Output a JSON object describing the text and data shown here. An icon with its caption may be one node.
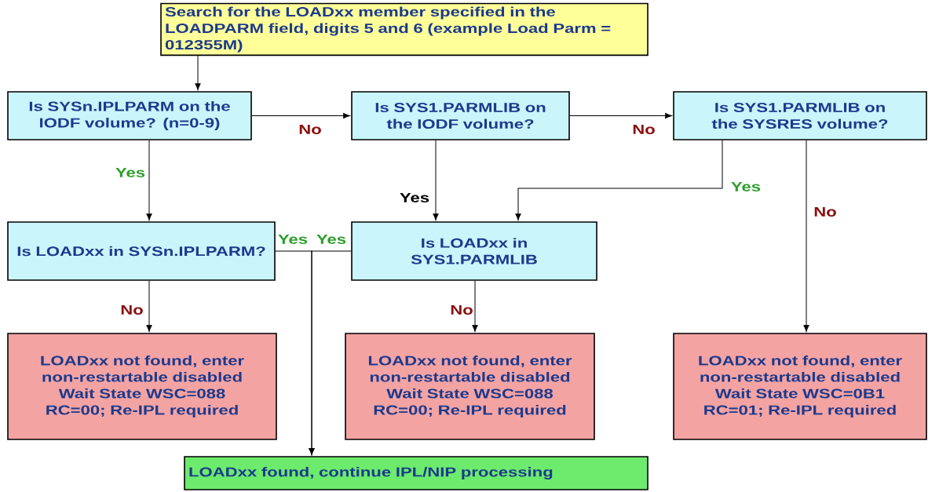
{
  "diagram": {
    "nodes": [
      {
        "text": [
          "Search for the LOADxx member specified in the LOADPARM field, digits 5 and 6 (example Load Parm = 012355M)"
        ]
      },
      {
        "text": [
          "Is SYSn.IPLPARM on the IODF volume? (n=0-9)"
        ]
      },
      {
        "text": [
          "Is SYS1.PARMLIB on the IODF volume?"
        ]
      },
      {
        "text": [
          "Is SYS1.PARMLIB on the SYSRES volume?"
        ]
      },
      {
        "text": [
          "Is LOADxx in SYSn.IPLPARM?"
        ]
      },
      {
        "text": [
          "Is LOADxx in SYS1.PARMLIB"
        ]
      },
      {
        "text": [
          "LOADxx not found, enter non-restartable disabled Wait State WSC=088 RC=00; Re-IPL required"
        ]
      },
      {
        "text": [
          "LOADxx not found, enter non-restartable disabled Wait State WSC=088 RC=00; Re-IPL required"
        ]
      },
      {
        "text": [
          "LOADxx not found, enter non-restartable disabled Wait State WSC=0B1 RC=01; Re-IPL required"
        ]
      },
      {
        "text": [
          "LOADxx found, continue IPL/NIP processing"
        ]
      }
    ],
    "edges": [
      {
        "from": 0,
        "to": 1,
        "arrow": "to"
      },
      {
        "from": 1,
        "to": 2,
        "arrow": "to",
        "label": "No"
      },
      {
        "from": 2,
        "to": 3,
        "arrow": "to",
        "label": "No"
      },
      {
        "from": 1,
        "to": 4,
        "arrow": "to",
        "label": "Yes"
      },
      {
        "from": 2,
        "to": 5,
        "arrow": "to",
        "label": "Yes"
      },
      {
        "from": 3,
        "to": 5,
        "arrow": "to",
        "label": "Yes"
      },
      {
        "from": 3,
        "to": 8,
        "arrow": "to",
        "label": "No"
      },
      {
        "from": 4,
        "to": 6,
        "arrow": "to",
        "label": "No"
      },
      {
        "from": 5,
        "to": 7,
        "arrow": "to",
        "label": "No"
      },
      {
        "from": 4,
        "to": 9,
        "arrow": "to",
        "label": "Yes"
      },
      {
        "from": 5,
        "to": 9,
        "arrow": "to",
        "label": "Yes"
      }
    ]
  }
}
